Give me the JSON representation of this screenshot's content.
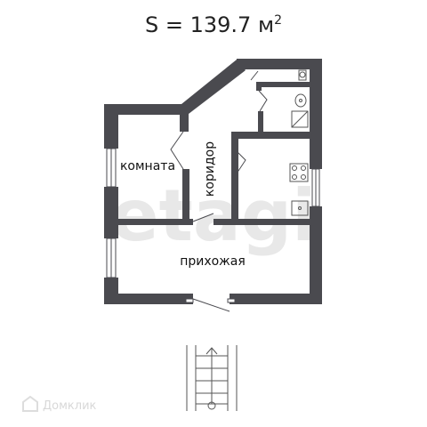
{
  "title": {
    "prefix": "S = 139.7 м",
    "superscript": "2"
  },
  "rooms": {
    "room": "комната",
    "corridor": "коридор",
    "hall": "прихожая"
  },
  "watermarks": {
    "brand": "etagi",
    "source": "Домклик"
  },
  "colors": {
    "wall": "#4a4a4f",
    "fixture": "#555555",
    "watermark": "#e6e6e6"
  }
}
